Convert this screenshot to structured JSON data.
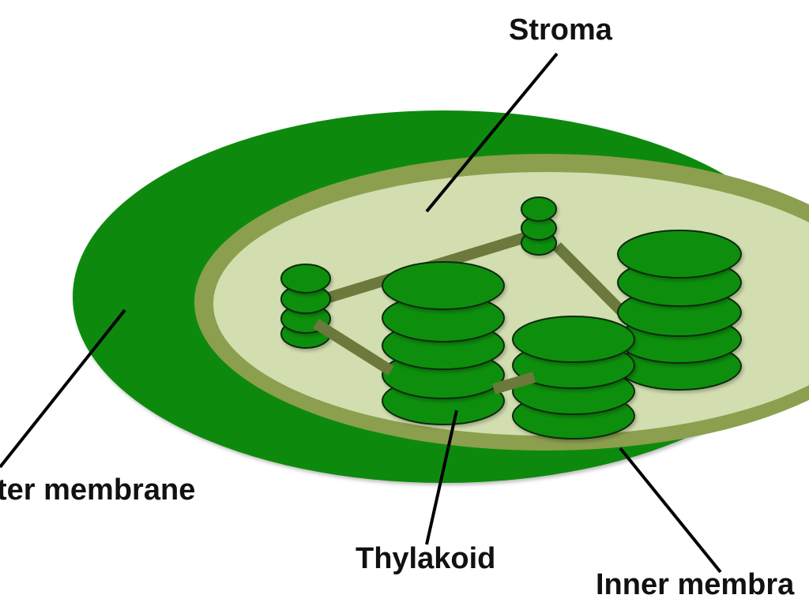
{
  "title": "Chloroplast structure",
  "labels": {
    "stroma": "Stroma",
    "outer_membrane": "ter membrane",
    "thylakoid": "Thylakoid",
    "inner_membrane": "Inner membra"
  },
  "colors": {
    "outer_membrane": "#0b8a0b",
    "inner_membrane_band": "#8b9f4e",
    "stroma": "#d2deb0",
    "thylakoid": "#0c8f0c",
    "lamella": "#6b7a3c",
    "leader_line": "#000000"
  }
}
